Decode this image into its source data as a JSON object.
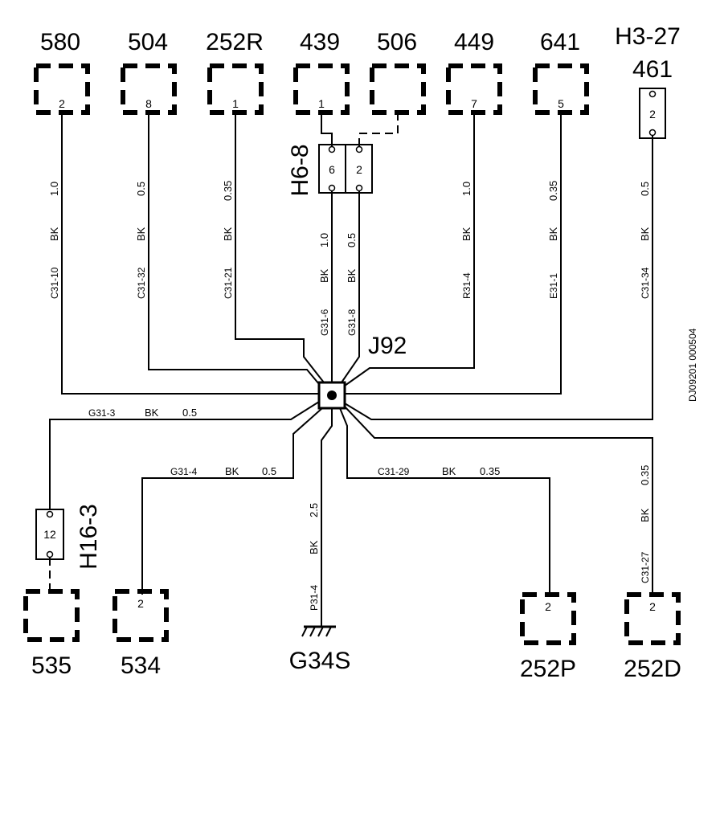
{
  "components": {
    "c580": {
      "label": "580",
      "pin": "2"
    },
    "c504": {
      "label": "504",
      "pin": "8"
    },
    "c252R": {
      "label": "252R",
      "pin": "1"
    },
    "c439": {
      "label": "439",
      "pin": "1"
    },
    "c506": {
      "label": "506"
    },
    "c449": {
      "label": "449",
      "pin": "7"
    },
    "c641": {
      "label": "641",
      "pin": "5"
    },
    "c461": {
      "label": "461",
      "connector": "H3-27",
      "pin": "2"
    },
    "c535": {
      "label": "535"
    },
    "c534": {
      "label": "534",
      "pin": "2"
    },
    "c252P": {
      "label": "252P",
      "pin": "2"
    },
    "c252D": {
      "label": "252D",
      "pin": "2"
    }
  },
  "connectors": {
    "h68": {
      "label": "H6-8",
      "pin_a": "6",
      "pin_b": "2"
    },
    "h163": {
      "label": "H16-3",
      "pin": "12"
    }
  },
  "splice": {
    "label": "J92"
  },
  "ground": {
    "label": "G34S"
  },
  "wires": {
    "w580": {
      "code": "C31-10",
      "color": "BK",
      "size": "1.0"
    },
    "w504": {
      "code": "C31-32",
      "color": "BK",
      "size": "0.5"
    },
    "w252R": {
      "code": "C31-21",
      "color": "BK",
      "size": "0.35"
    },
    "wG316": {
      "code": "G31-6",
      "color": "BK",
      "size": "1.0"
    },
    "wG318": {
      "code": "G31-8",
      "color": "BK",
      "size": "0.5"
    },
    "w449": {
      "code": "R31-4",
      "color": "BK",
      "size": "1.0"
    },
    "w641": {
      "code": "E31-1",
      "color": "BK",
      "size": "0.35"
    },
    "w461": {
      "code": "C31-34",
      "color": "BK",
      "size": "0.5"
    },
    "w535": {
      "code": "G31-3",
      "color": "BK",
      "size": "0.5"
    },
    "w534": {
      "code": "G31-4",
      "color": "BK",
      "size": "0.5"
    },
    "wGround": {
      "code": "P31-4",
      "color": "BK",
      "size": "2.5"
    },
    "w252P": {
      "code": "C31-29",
      "color": "BK",
      "size": "0.35"
    },
    "w252D": {
      "code": "C31-27",
      "color": "BK",
      "size": "0.35"
    }
  },
  "diagram_id": "DJ09201 000504"
}
